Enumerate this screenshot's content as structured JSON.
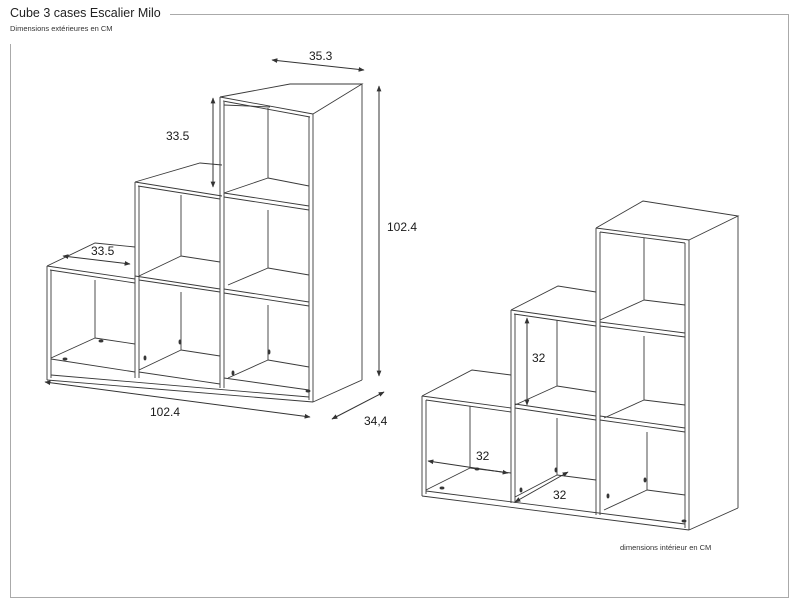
{
  "header": {
    "title": "Cube 3 cases Escalier Milo",
    "subtitle": "Dimensions extérieures en CM"
  },
  "footer": {
    "note": "dimensions intérieur en CM"
  },
  "exterior_view": {
    "width_top": "35.3",
    "cube_height": "33.5",
    "cube_depth_label": "33.5",
    "total_height": "102.4",
    "total_width": "102.4",
    "depth": "34,4"
  },
  "interior_view": {
    "inner_height": "32",
    "inner_width": "32",
    "inner_depth": "32"
  },
  "colors": {
    "line": "#3a3a3a",
    "frame": "#aaaaaa",
    "background": "#ffffff"
  }
}
